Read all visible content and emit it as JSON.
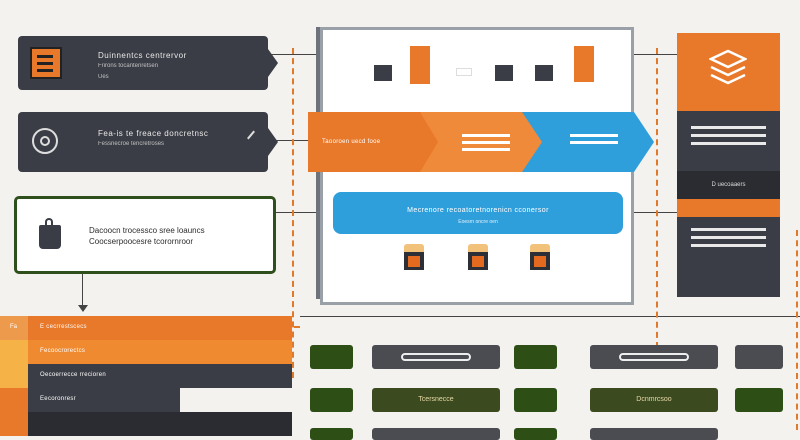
{
  "colors": {
    "orange": "#e8782a",
    "blue": "#2f9fdc",
    "dark": "#3a3d45",
    "green": "#2d4f16",
    "frame": "#9aa0a8"
  },
  "cards": [
    {
      "title": "Duinnentcs centrervor",
      "sub": "Frirons tocantenretsen",
      "extra": "Ues",
      "icon": "server-stack-icon"
    },
    {
      "title": "Fea-is te freace doncretnsc",
      "sub": "Fessnecroe tencretroses",
      "extra": "",
      "icon": "gear-cloud-icon"
    },
    {
      "title": "Dacoocn trocessco sree loauncs",
      "sub": "Coocserpoocesre tcorornroor",
      "extra": "",
      "icon": "bag-icon"
    }
  ],
  "flow": {
    "step1_text": "Taooroen uecd fooe",
    "bar_title": "Mecrenore recoatoretnorenicn cconersor",
    "bar_sub": "Eoesrn oncre oen"
  },
  "right_column": {
    "icon": "stack-cube-icon",
    "label": "D uecoaaers"
  },
  "bottom_left": [
    {
      "tab": "Fa",
      "label": "E cecrrestscecs"
    },
    {
      "tab": "",
      "label": "Fecoocrorectcs"
    },
    {
      "tab": "",
      "label": "Oecoerrecce rrecioren"
    },
    {
      "tab": "",
      "label": "Eecoronresr"
    }
  ],
  "bottom_grid": {
    "pill1": "Tcersnecce",
    "pill2": "Dcnmrcsoo"
  }
}
